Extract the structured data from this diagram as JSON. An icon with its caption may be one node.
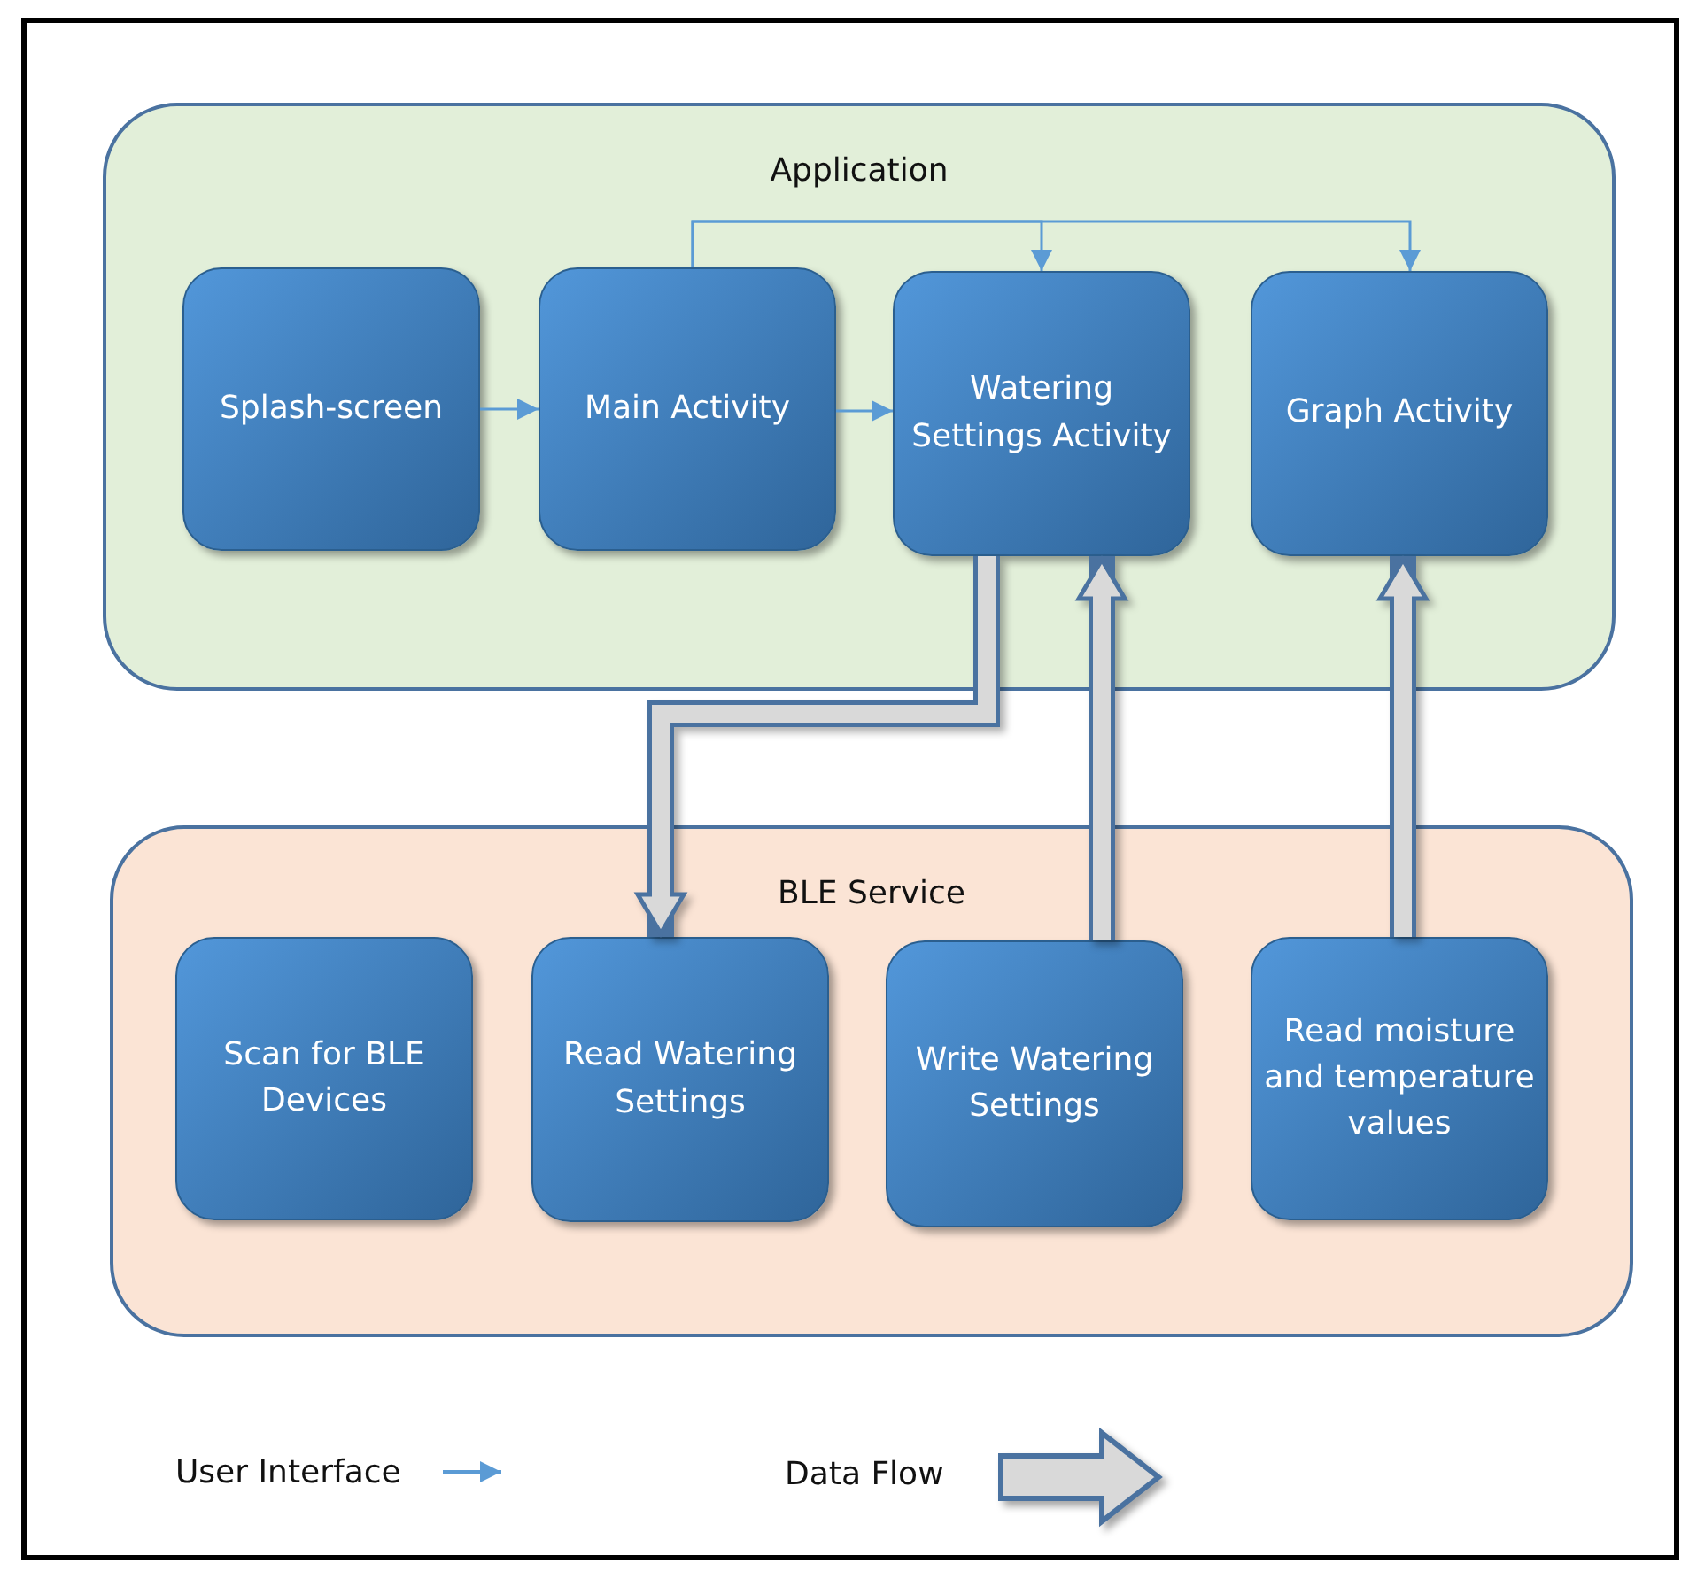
{
  "diagram": {
    "nodes": [
      {
        "text": [
          "Application"
        ]
      },
      {
        "text": [
          "Splash-screen"
        ],
        "in": 0
      },
      {
        "text": [
          "Main Activity"
        ],
        "in": 0
      },
      {
        "text": [
          "Watering Settings Activity"
        ],
        "in": 0
      },
      {
        "text": [
          "Graph Activity"
        ],
        "in": 0
      },
      {
        "text": [
          "BLE Service"
        ]
      },
      {
        "text": [
          "Scan for BLE Devices"
        ],
        "in": 5
      },
      {
        "text": [
          "Read Watering Settings"
        ],
        "in": 5
      },
      {
        "text": [
          "Write Watering Settings"
        ],
        "in": 5
      },
      {
        "text": [
          "Read moisture and temperature values"
        ],
        "in": 5
      }
    ],
    "edges": [
      {
        "from": 1,
        "to": 2,
        "arrow": "to"
      },
      {
        "from": 2,
        "to": 3,
        "arrow": "to"
      },
      {
        "from": 2,
        "to": 3,
        "arrow": "to"
      },
      {
        "from": 2,
        "to": 4,
        "arrow": "to"
      },
      {
        "from": 3,
        "to": 7,
        "arrow": "to",
        "style": "thick"
      },
      {
        "from": 8,
        "to": 3,
        "arrow": "to",
        "style": "thick"
      },
      {
        "from": 9,
        "to": 4,
        "arrow": "to",
        "style": "thick"
      }
    ],
    "legend": [
      {
        "text": "User Interface"
      },
      {
        "text": "Data Flow"
      }
    ]
  }
}
